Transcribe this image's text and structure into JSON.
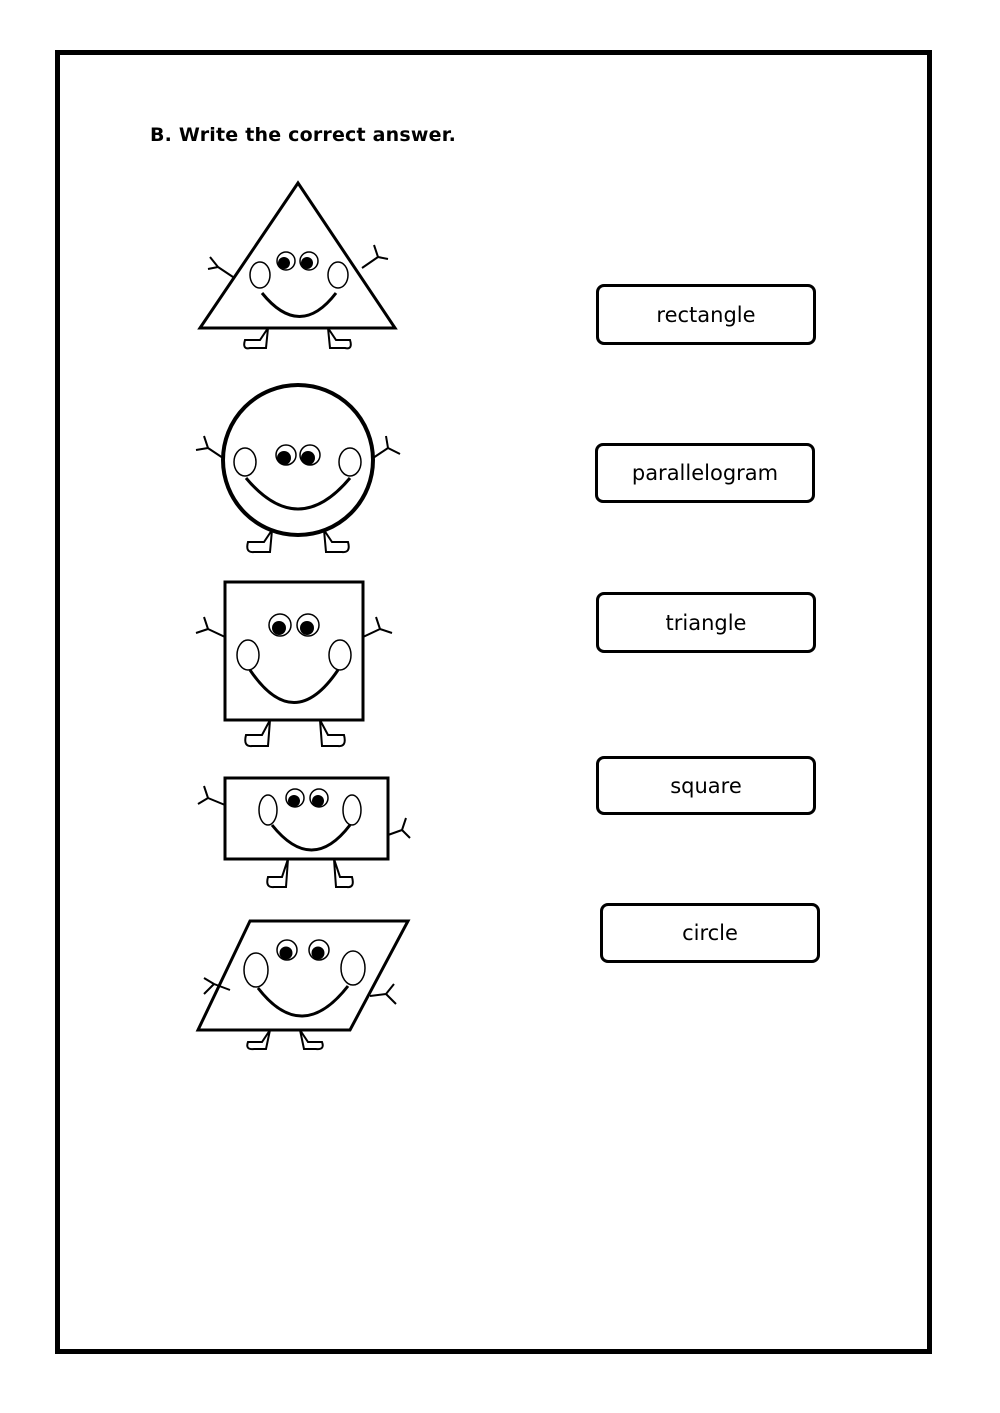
{
  "worksheet": {
    "instruction": "B. Write the correct answer.",
    "word_bank": [
      "rectangle",
      "parallelogram",
      "triangle",
      "square",
      "circle"
    ]
  },
  "shapes": [
    {
      "icon": "triangle-character-icon"
    },
    {
      "icon": "circle-character-icon"
    },
    {
      "icon": "square-character-icon"
    },
    {
      "icon": "rectangle-character-icon"
    },
    {
      "icon": "parallelogram-character-icon"
    }
  ]
}
